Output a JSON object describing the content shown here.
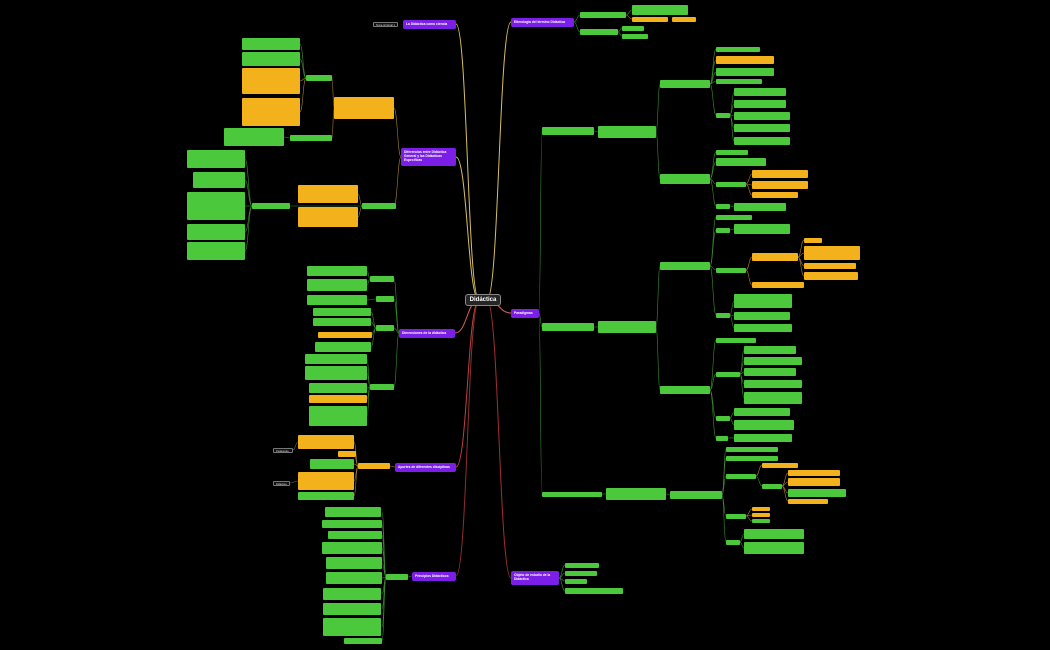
{
  "central": "Didáctica",
  "branches": {
    "b1": "La Didáctica como ciencia",
    "b2": "Diferencias entre Didáctica General y las Didácticas Específicas",
    "b3": "Dimensiones de la didáctica",
    "b4": "Aportes de diferentes disciplinas",
    "b5": "Principios Didácticos",
    "b6": "Etimología del término Didáctica",
    "b7": "Paradigmas",
    "b8": "Objeto de estudio de la Didáctica"
  },
  "labels": {
    "tema_principal": "Tema principal 1",
    "pedagogia": "Pedagogía",
    "didactica": "Didáctica"
  },
  "colors": {
    "topic": "#7b1fe8",
    "green": "#4cc83c",
    "yellow": "#f3b21c",
    "background": "#000000"
  }
}
